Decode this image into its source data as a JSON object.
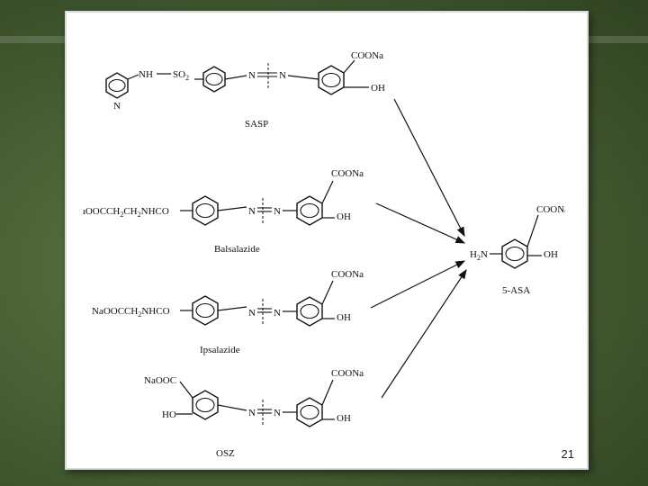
{
  "slide": {
    "page_number": "21"
  },
  "molecules": {
    "sasp": {
      "name": "SASP",
      "nh": "NH",
      "so2": "SO",
      "so2_sub": "2",
      "n_pyridine": "N",
      "azo_n1": "N",
      "azo_n2": "N",
      "coona": "COONa",
      "oh": "OH"
    },
    "balsalazide": {
      "name": "Balsalazide",
      "chain_a": "NaOOCCH",
      "sub1": "2",
      "chain_b": "CH",
      "sub2": "2",
      "chain_c": "NHCO",
      "azo_n1": "N",
      "azo_n2": "N",
      "coona": "COONa",
      "oh": "OH"
    },
    "ipsalazide": {
      "name": "Ipsalazide",
      "chain_a": "NaOOCCH",
      "sub1": "2",
      "chain_b": "NHCO",
      "azo_n1": "N",
      "azo_n2": "N",
      "coona": "COONa",
      "oh": "OH"
    },
    "osz": {
      "name": "OSZ",
      "naooc": "NaOOC",
      "ho": "HO",
      "azo_n1": "N",
      "azo_n2": "N",
      "coona": "COONa",
      "oh": "OH"
    },
    "asa": {
      "name": "5-ASA",
      "h": "H",
      "h_sub": "2",
      "n": "N",
      "coona": "COONa",
      "oh": "OH"
    }
  }
}
